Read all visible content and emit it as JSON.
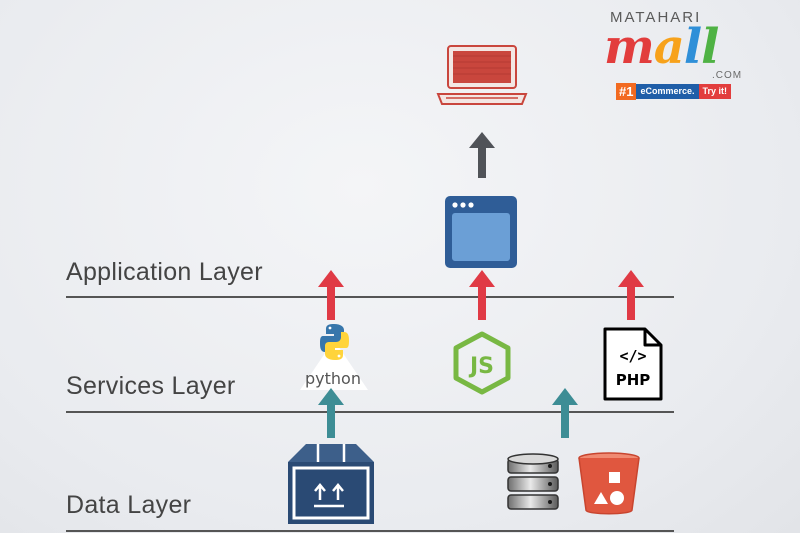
{
  "layers": {
    "application": "Application Layer",
    "services": "Services Layer",
    "data": "Data Layer"
  },
  "logo": {
    "top": "MATAHARI",
    "mall_letters": [
      "m",
      "a",
      "l",
      "l"
    ],
    "com": ".COM",
    "rank": "#1",
    "tagline": "eCommerce.",
    "cta": "Try it!"
  },
  "services": {
    "python": "python",
    "php": "PHP",
    "node": "JS"
  },
  "colors": {
    "red_arrow": "#e03a45",
    "gray_arrow": "#505358",
    "teal_arrow": "#3d8d95",
    "laptop": "#c9463d",
    "browser": "#2f5d97",
    "bucket": "#e0573f",
    "box": "#2a4a74"
  }
}
